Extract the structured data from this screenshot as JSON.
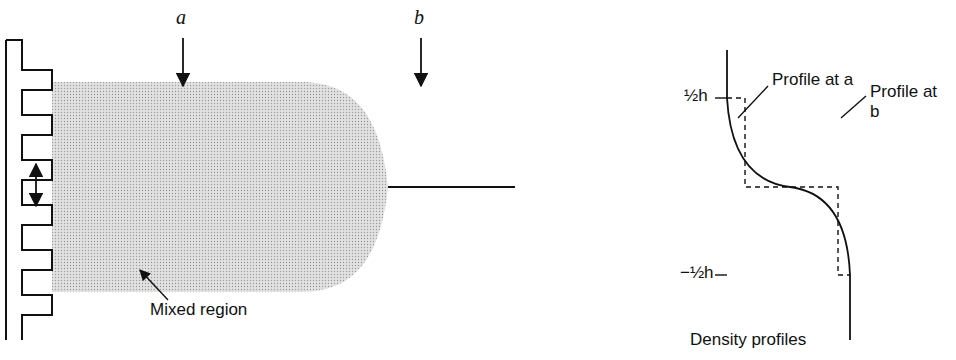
{
  "diagram": {
    "labels": [
      "a",
      "b",
      "Mixed region",
      "½h",
      "Profile at a",
      "Profile at b",
      "−½h",
      "Density profiles"
    ]
  }
}
